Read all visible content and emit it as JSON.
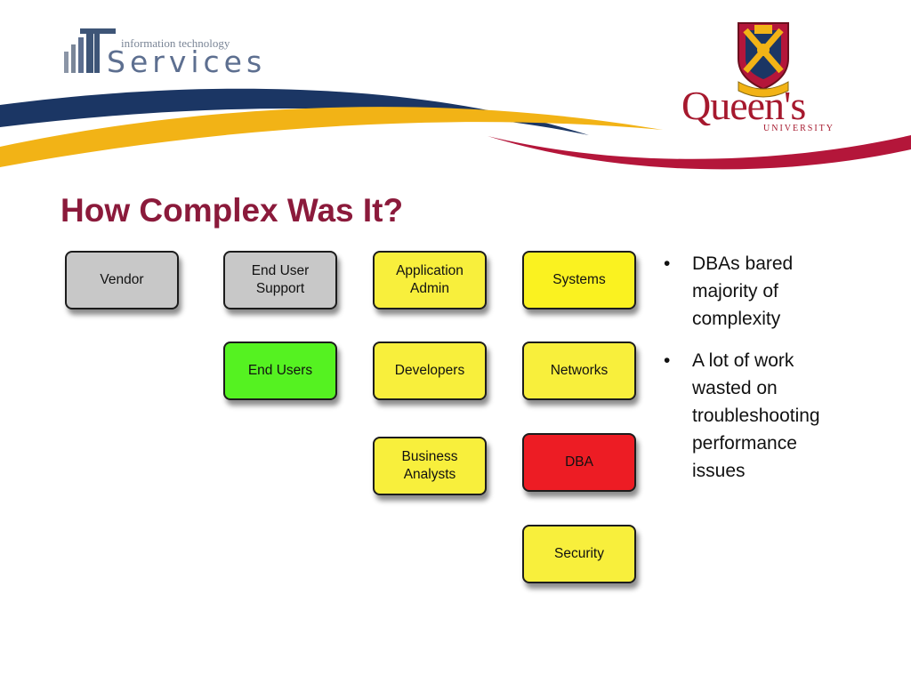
{
  "header": {
    "its_logo": {
      "tagline": "information technology",
      "wordmark": "Services"
    },
    "queens_logo": {
      "wordmark": "Queen's",
      "subtitle": "UNIVERSITY"
    },
    "colors": {
      "navy": "#1b3664",
      "gold": "#f2b316",
      "crimson": "#a6192e"
    }
  },
  "slide": {
    "title": "How Complex Was It?"
  },
  "diagram": {
    "boxes": [
      {
        "id": "vendor",
        "label": "Vendor",
        "color": "#c8c8c8"
      },
      {
        "id": "end-user-support",
        "label": "End User\nSupport",
        "color": "#c8c8c8"
      },
      {
        "id": "application-admin",
        "label": "Application\nAdmin",
        "color": "#f8ef3c"
      },
      {
        "id": "systems",
        "label": "Systems",
        "color": "#faf220"
      },
      {
        "id": "end-users",
        "label": "End Users",
        "color": "#55f221"
      },
      {
        "id": "developers",
        "label": "Developers",
        "color": "#f8ef3c"
      },
      {
        "id": "networks",
        "label": "Networks",
        "color": "#f8ef3c"
      },
      {
        "id": "business-analysts",
        "label": "Business\nAnalysts",
        "color": "#f8ef3c"
      },
      {
        "id": "dba",
        "label": "DBA",
        "color": "#ed1c24"
      },
      {
        "id": "security",
        "label": "Security",
        "color": "#f8ef3c"
      }
    ]
  },
  "bullets": {
    "marker": "•",
    "items": [
      "DBAs bared majority of complexity",
      "A lot of work wasted on troubleshooting performance issues"
    ]
  }
}
